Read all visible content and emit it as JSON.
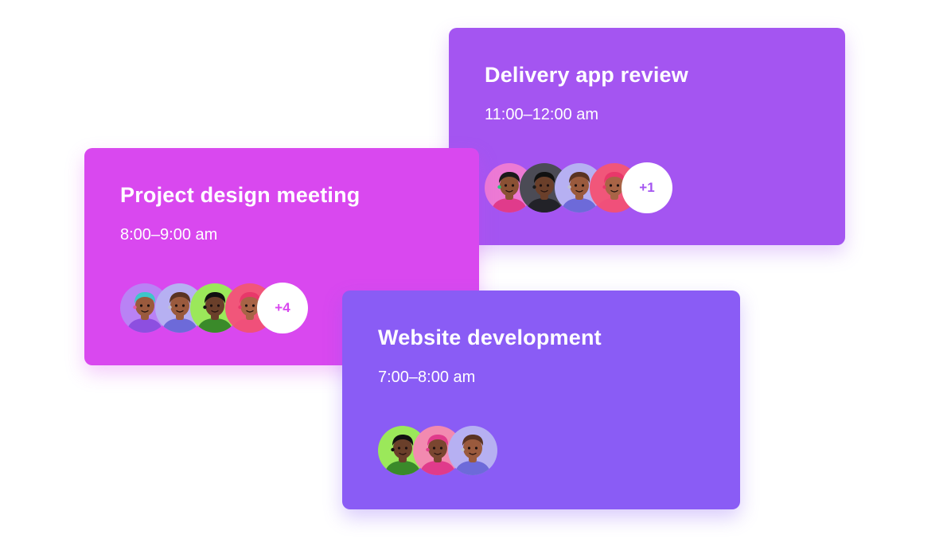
{
  "cards": [
    {
      "title": "Delivery app review",
      "time": "11:00–12:00 am",
      "more": "+1",
      "avatars": [
        {
          "bg": "#ec7ad4",
          "skin": "#8a5134",
          "hair": "#1a1a1a",
          "shirt": "#e03b8b",
          "accessory": "#2bc47a"
        },
        {
          "bg": "#4b4b55",
          "skin": "#6a3f2a",
          "hair": "#111111",
          "shirt": "#222228",
          "accessory": "#1a1a1a"
        },
        {
          "bg": "#b6b0f2",
          "skin": "#9a5a3d",
          "hair": "#5a3322",
          "shirt": "#6d6ad9",
          "accessory": "#c0c0d0"
        },
        {
          "bg": "#f1567a",
          "skin": "#a86446",
          "hair": "#e8386a",
          "shirt": "#f0507a",
          "accessory": "#e8386a"
        }
      ]
    },
    {
      "title": "Project design meeting",
      "time": "8:00–9:00 am",
      "more": "+4",
      "avatars": [
        {
          "bg": "#b982f5",
          "skin": "#9a5a3d",
          "hair": "#3ec6c9",
          "shirt": "#8d4fe0",
          "accessory": "#e85aa0"
        },
        {
          "bg": "#b6b0f2",
          "skin": "#9a5a3d",
          "hair": "#5a3322",
          "shirt": "#6d6ad9",
          "accessory": "#c0c0d0"
        },
        {
          "bg": "#9be85a",
          "skin": "#6a3f2a",
          "hair": "#111111",
          "shirt": "#3a8a2a",
          "accessory": "#111111"
        },
        {
          "bg": "#f1567a",
          "skin": "#a86446",
          "hair": "#e8386a",
          "shirt": "#f0507a",
          "accessory": "#e8386a"
        }
      ]
    },
    {
      "title": "Website development",
      "time": "7:00–8:00 am",
      "more": "",
      "avatars": [
        {
          "bg": "#9be85a",
          "skin": "#6a3f2a",
          "hair": "#111111",
          "shirt": "#3a8a2a",
          "accessory": "#111111"
        },
        {
          "bg": "#f28ab0",
          "skin": "#7a4630",
          "hair": "#e03b8b",
          "shirt": "#e03b8b",
          "accessory": "#e03b8b"
        },
        {
          "bg": "#b6b0f2",
          "skin": "#9a5a3d",
          "hair": "#5a3322",
          "shirt": "#6d6ad9",
          "accessory": "#c0c0d0"
        }
      ]
    }
  ]
}
